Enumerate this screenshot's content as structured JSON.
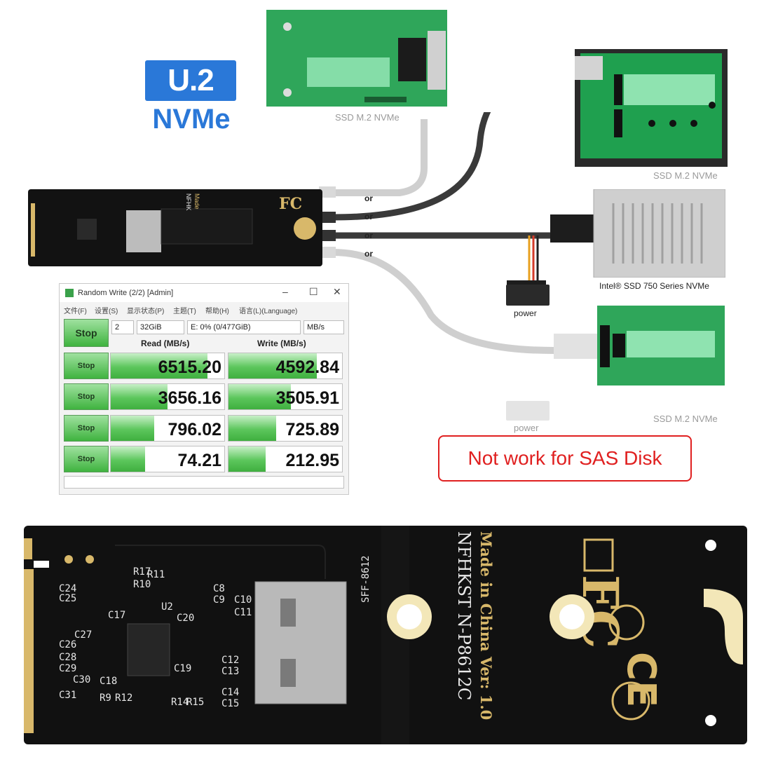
{
  "logo": {
    "badge": "U.2",
    "text": "NVMe"
  },
  "captions": {
    "top_adapter": "SSD M.2 NVMe",
    "right_top_adapter": "SSD M.2 NVMe",
    "intel_ssd": "Intel® SSD 750 Series NVMe",
    "right_bottom_adapter": "SSD M.2 NVMe",
    "power_dark": "power",
    "power_faded": "power"
  },
  "or_labels": [
    "or",
    "or",
    "or",
    "or"
  ],
  "small_board_text": {
    "made": "Made",
    "model": "NFHK"
  },
  "window": {
    "title": "Random Write (2/2) [Admin]",
    "menu": [
      "文件(F)",
      "设置(S)",
      "显示状态(P)",
      "主题(T)",
      "帮助(H)",
      "语言(L)(Language)"
    ],
    "controls": {
      "count": "2",
      "size": "32GiB",
      "drive": "E: 0% (0/477GiB)",
      "unit": "MB/s"
    },
    "main_button": "Stop",
    "read_header": "Read (MB/s)",
    "write_header": "Write (MB/s)",
    "rows": [
      {
        "button": "Stop",
        "read": "6515.20",
        "write": "4592.84",
        "read_fill": 0.85,
        "write_fill": 0.78
      },
      {
        "button": "Stop",
        "read": "3656.16",
        "write": "3505.91",
        "read_fill": 0.5,
        "write_fill": 0.55
      },
      {
        "button": "Stop",
        "read": "796.02",
        "write": "725.89",
        "read_fill": 0.38,
        "write_fill": 0.42
      },
      {
        "button": "Stop",
        "read": "74.21",
        "write": "212.95",
        "read_fill": 0.3,
        "write_fill": 0.33
      }
    ]
  },
  "warning": "Not work for SAS Disk",
  "board": {
    "made_in": "Made in China Ver: 1.0",
    "model": "NFHKST N-P8612C",
    "connector": "SFF-8612",
    "refs": [
      "R17",
      "R11",
      "R10",
      "C24",
      "C25",
      "C27",
      "C26",
      "C28",
      "C29",
      "C30",
      "C31",
      "C17",
      "C18",
      "R9",
      "R12",
      "R14",
      "R15",
      "U2",
      "C19",
      "C8",
      "C9",
      "C10",
      "C11",
      "C12",
      "C13",
      "C14",
      "C15",
      "C20"
    ]
  },
  "colors": {
    "accent_blue": "#2a78d8",
    "warning_red": "#e02020",
    "pcb_black": "#111111",
    "gold": "#d8b86a"
  }
}
